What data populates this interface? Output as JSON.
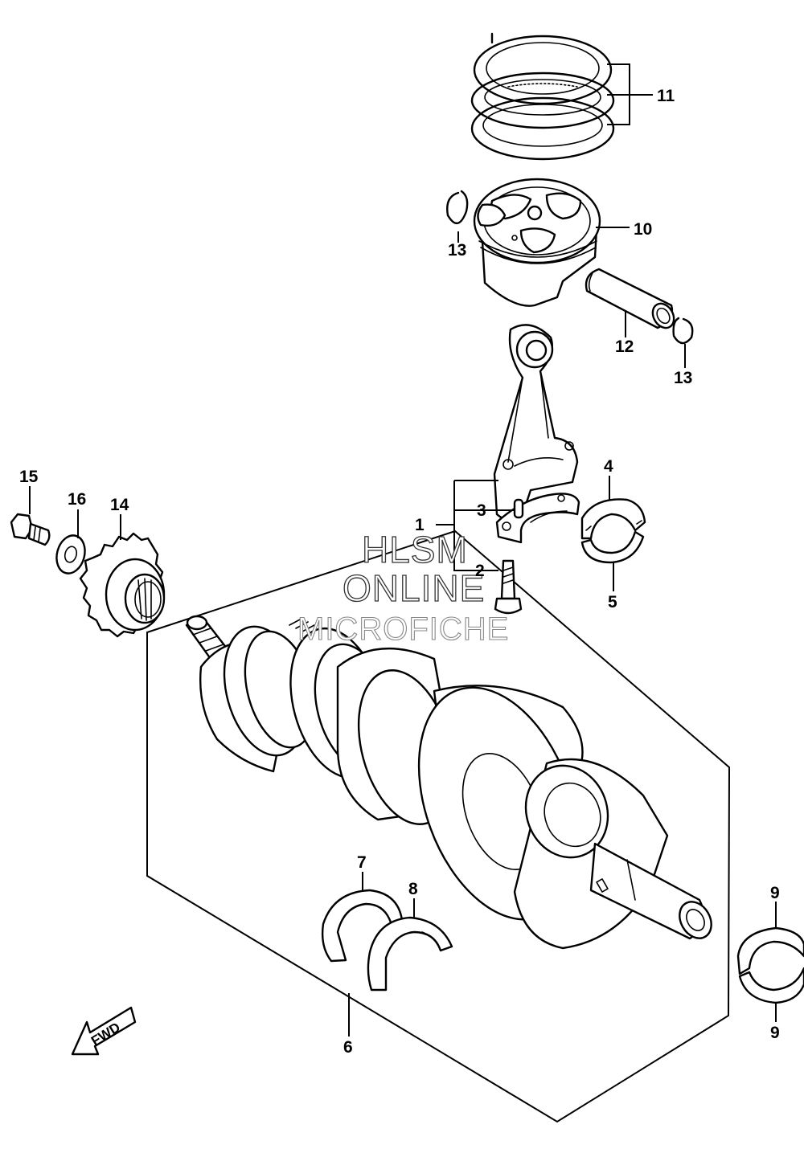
{
  "labels": {
    "p1": "1",
    "p2": "2",
    "p3": "3",
    "p4": "4",
    "p5": "5",
    "p6": "6",
    "p7": "7",
    "p8": "8",
    "p9a": "9",
    "p9b": "9",
    "p10": "10",
    "p11": "11",
    "p12": "12",
    "p13a": "13",
    "p13b": "13",
    "p14": "14",
    "p15": "15",
    "p16": "16"
  },
  "watermark": {
    "line1": "HLSM",
    "line2": "ONLINE",
    "line3": "MICROFICHE"
  },
  "fwd_label": "FWD"
}
